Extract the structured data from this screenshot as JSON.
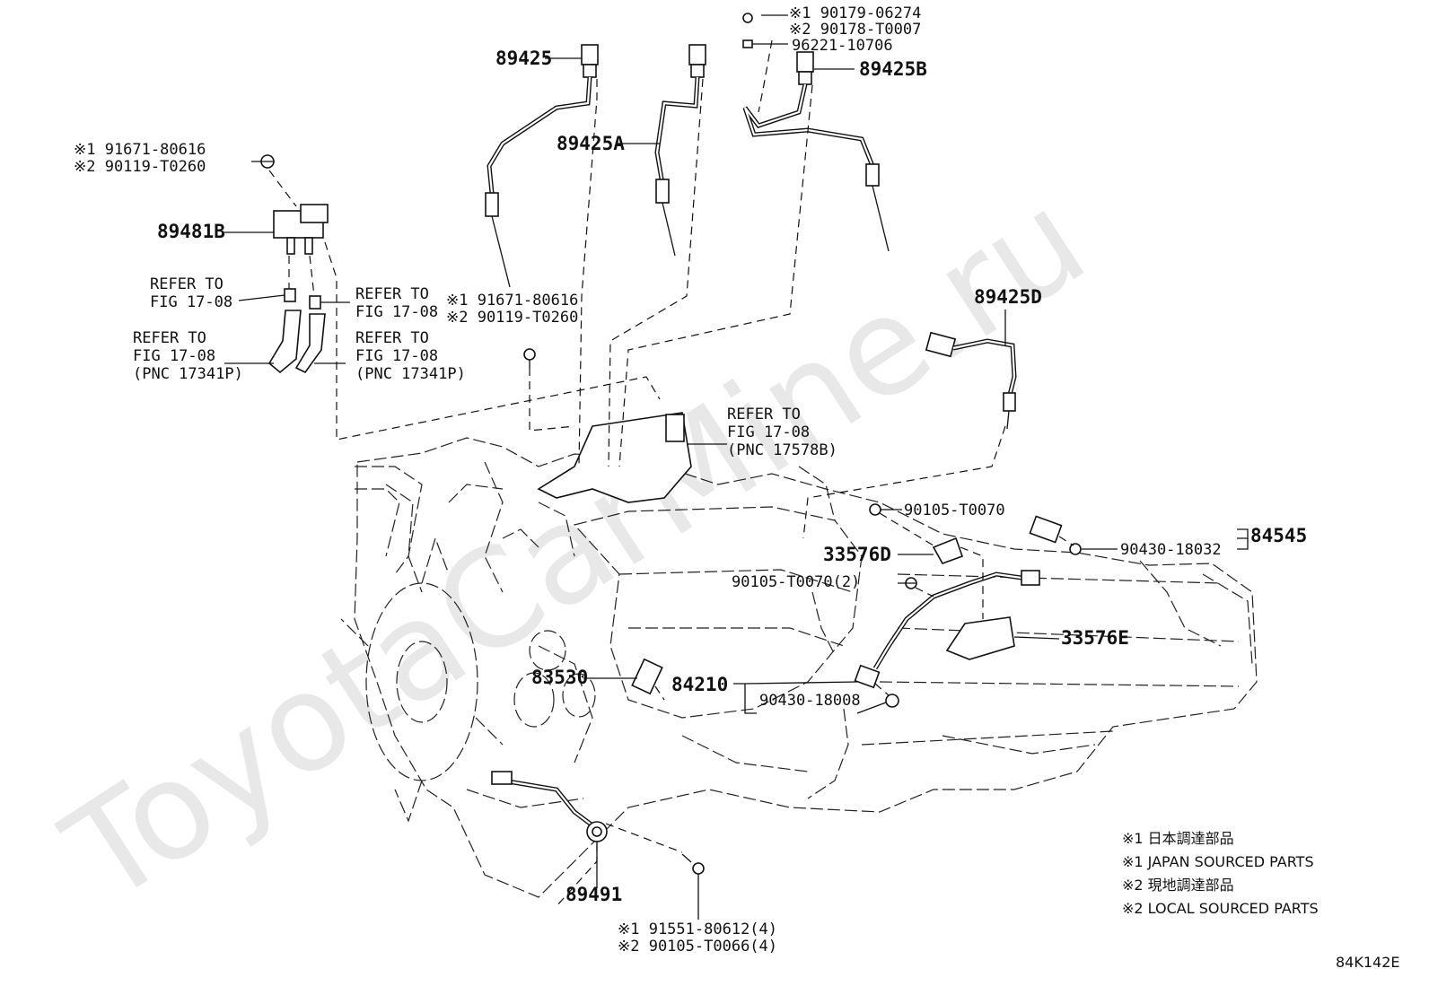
{
  "diagram": {
    "watermark": "ToyotaCarMine.ru",
    "figure_code": "84K142E",
    "callouts": {
      "p89425": "89425",
      "p89425A": "89425A",
      "p89425B": "89425B",
      "p89425D": "89425D",
      "p89481B": "89481B",
      "p84545": "84545",
      "p33576D": "33576D",
      "p33576E": "33576E",
      "p83530": "83530",
      "p84210": "84210",
      "p89491": "89491"
    },
    "fasteners": {
      "top_1": "※1 90179-06274",
      "top_2": "※2 90178-T0007",
      "top_3": "96221-10706",
      "left_bolt_1": "※1 91671-80616",
      "left_bolt_2": "※2 90119-T0260",
      "mid_bolt_1": "※1 91671-80616",
      "mid_bolt_2": "※2 90119-T0260",
      "b90105_1": "90105-T0070",
      "b90105_2": "90105-T0070(2)",
      "g90430_1": "90430-18032",
      "g90430_2": "90430-18008",
      "bottom_1": "※1 91551-80612(4)",
      "bottom_2": "※2 90105-T0066(4)"
    },
    "refers": {
      "r1_line1": "REFER TO",
      "r1_line2": "FIG 17-08",
      "r2_line1": "REFER TO",
      "r2_line2": "FIG 17-08",
      "r3_line1": "REFER TO",
      "r3_line2": "FIG 17-08",
      "r3_line3": "(PNC 17341P)",
      "r4_line1": "REFER TO",
      "r4_line2": "FIG 17-08",
      "r4_line3": "(PNC 17341P)",
      "r5_line1": "REFER TO",
      "r5_line2": "FIG 17-08",
      "r5_line3": "(PNC 17578B)"
    },
    "legend": [
      "※1 日本調達部品",
      "※1 JAPAN SOURCED PARTS",
      "※2 現地調達部品",
      "※2 LOCAL SOURCED PARTS"
    ]
  }
}
